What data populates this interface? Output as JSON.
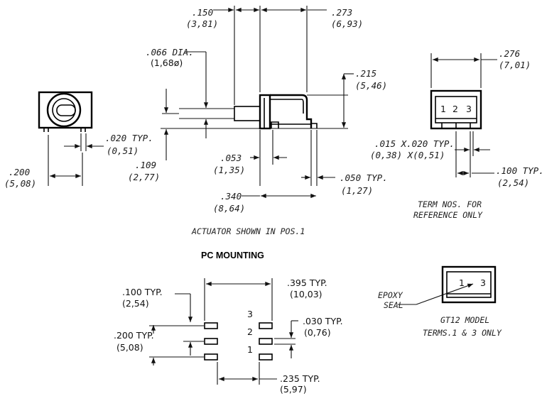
{
  "dims": {
    "d150_in": ".150",
    "d150_mm": "(3,81)",
    "d273_in": ".273",
    "d273_mm": "(6,93)",
    "d066_in": ".066 DIA.",
    "d066_mm": "(1,68ø)",
    "d215_in": ".215",
    "d215_mm": "(5,46)",
    "d020_in": ".020 TYP.",
    "d020_mm": "(0,51)",
    "d200_in": ".200",
    "d200_mm": "(5,08)",
    "d109_in": ".109",
    "d109_mm": "(2,77)",
    "d053_in": ".053",
    "d053_mm": "(1,35)",
    "d050_in": ".050 TYP.",
    "d050_mm": "(1,27)",
    "d340_in": ".340",
    "d340_mm": "(8,64)",
    "d276_in": ".276",
    "d276_mm": "(7,01)",
    "d015_in": ".015 X.020 TYP.",
    "d015_mm": "(0,38) X(0,51)",
    "d100_in": ".100 TYP.",
    "d100_mm": "(2,54)"
  },
  "terminals": {
    "t1": "1",
    "t2": "2",
    "t3": "3"
  },
  "notes": {
    "term_line1": "TERM NOS. FOR",
    "term_line2": "REFERENCE ONLY",
    "actuator": "ACTUATOR SHOWN IN POS.1"
  },
  "pc": {
    "title": "PC MOUNTING",
    "d395_in": ".395 TYP.",
    "d395_mm": "(10,03)",
    "d100_in": ".100 TYP.",
    "d100_mm": "(2,54)",
    "d030_in": ".030 TYP.",
    "d030_mm": "(0,76)",
    "d200_in": ".200 TYP.",
    "d200_mm": "(5,08)",
    "d235_in": ".235 TYP.",
    "d235_mm": "(5,97)",
    "p1": "1",
    "p2": "2",
    "p3": "3"
  },
  "gt12": {
    "epoxy1": "EPOXY",
    "epoxy2": "SEAL",
    "n1": "1",
    "n3": "3",
    "model": "GT12 MODEL",
    "terms": "TERMS.1 & 3 ONLY"
  }
}
